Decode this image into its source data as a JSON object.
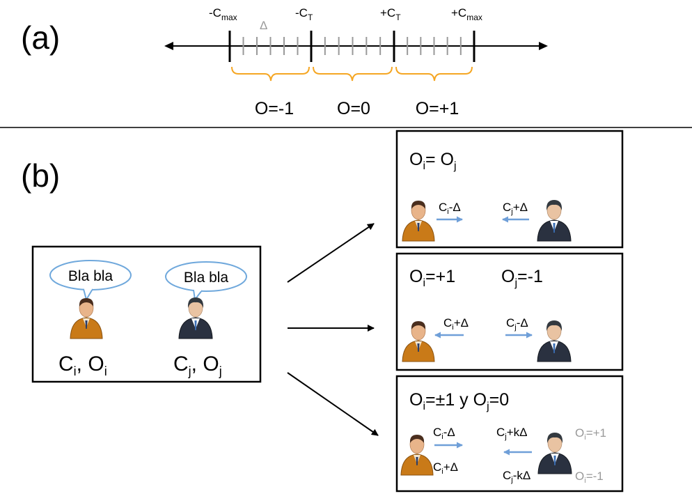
{
  "panel_a": {
    "label": "(a)",
    "thresholds": {
      "neg_max": {
        "prefix": "-C",
        "sub": "max"
      },
      "neg_t": {
        "prefix": "-C",
        "sub": "T"
      },
      "pos_t": {
        "prefix": "+C",
        "sub": "T"
      },
      "pos_max": {
        "prefix": "+C",
        "sub": "max"
      }
    },
    "delta": "Δ",
    "regions": [
      "O=-1",
      "O=0",
      "O=+1"
    ],
    "colors": {
      "axis": "#000000",
      "minor_tick": "#999999",
      "brace": "#F5A623"
    }
  },
  "panel_b": {
    "label": "(b)",
    "left_box": {
      "bubble_i": "Bla bla",
      "bubble_j": "Bla bla",
      "caption_i": {
        "a": "C",
        "a_sub": "i",
        "sep": ", ",
        "b": "O",
        "b_sub": "i"
      },
      "caption_j": {
        "a": "C",
        "a_sub": "j",
        "sep": ", ",
        "b": "O",
        "b_sub": "j"
      }
    },
    "box1": {
      "title": {
        "a": "O",
        "a_sub": "i",
        "rest": "= O",
        "b_sub": "j"
      },
      "left_label": {
        "a": "C",
        "sub": "i",
        "rest": "-Δ"
      },
      "right_label": {
        "a": "C",
        "sub": "j",
        "rest": "+Δ"
      }
    },
    "box2": {
      "title_i": {
        "a": "O",
        "sub": "i",
        "rest": "=+1"
      },
      "title_j": {
        "a": "O",
        "sub": "j",
        "rest": "=-1"
      },
      "left_label": {
        "a": "C",
        "sub": "i",
        "rest": "+Δ"
      },
      "right_label": {
        "a": "C",
        "sub": "j",
        "rest": "-Δ"
      }
    },
    "box3": {
      "title": {
        "a": "O",
        "a_sub": "i",
        "mid": "=±1 y O",
        "b_sub": "j",
        "rest": "=0"
      },
      "l_top": {
        "a": "C",
        "sub": "i",
        "rest": "-Δ"
      },
      "l_bot": {
        "a": "C",
        "sub": "i",
        "rest": "+Δ"
      },
      "r_top": {
        "a": "C",
        "sub": "j",
        "rest": "+kΔ"
      },
      "r_bot": {
        "a": "C",
        "sub": "j",
        "rest": "-kΔ"
      },
      "side_top": {
        "a": "O",
        "sub": "i",
        "rest": "=+1"
      },
      "side_bot": {
        "a": "O",
        "sub": "i",
        "rest": "=-1"
      }
    },
    "colors": {
      "bubble_stroke": "#6FA8DC",
      "arrow_blue": "#6F9FD8",
      "gray_text": "#999999",
      "suit_brown": "#C97A18",
      "suit_dark": "#2A3140",
      "skin": "#E8B48A"
    }
  }
}
